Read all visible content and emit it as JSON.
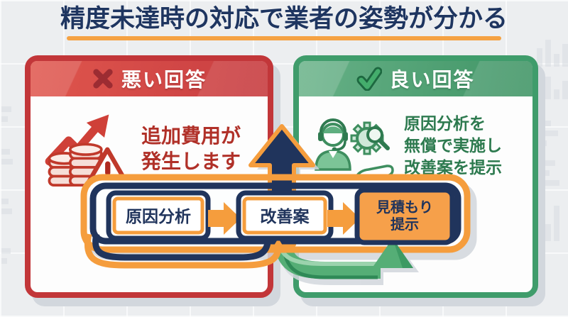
{
  "title": {
    "text": "精度未達時の対応で業者の姿勢が分かる"
  },
  "panels": {
    "bad": {
      "header_label": "悪い回答",
      "header_icon": "x-mark",
      "illustration": "rising-cost-warning",
      "message_lines": [
        "追加費用が",
        "発生します"
      ],
      "accent_color": "#c23639",
      "header_color": "#d14a46",
      "text_color": "#b03028"
    },
    "good": {
      "header_label": "良い回答",
      "header_icon": "check-mark",
      "illustration": "support-agent-analysis",
      "message_lines": [
        "原因分析を",
        "無償で実施し",
        "改善案を提示"
      ],
      "accent_color": "#3f9c6b",
      "header_color": "#4da173",
      "text_color": "#2d7a4f"
    }
  },
  "flow": {
    "steps": [
      {
        "label": "原因分析",
        "fill": "#ffffff"
      },
      {
        "label": "改善案",
        "fill": "#ffffff"
      },
      {
        "label": "見積もり提示",
        "line1": "見積もり",
        "line2": "提示",
        "fill": "#f6a04a"
      }
    ],
    "navy": "#20345c",
    "orange": "#f59d3d",
    "return_arrow_color": "#55ae76"
  },
  "colors": {
    "background": "#eceef0",
    "title": "#1e3560",
    "underline": "#f5a243"
  }
}
